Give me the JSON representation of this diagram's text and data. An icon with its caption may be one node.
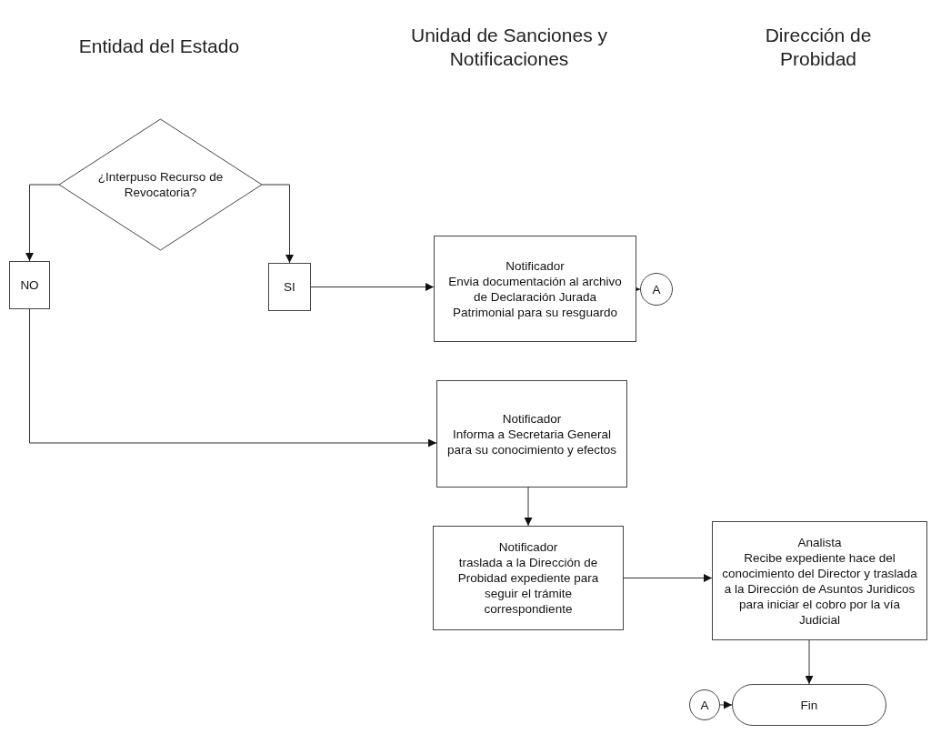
{
  "diagram": {
    "nodes": [
      {
        "text": [
          "¿Interpuso Recurso de Revocatoria?"
        ]
      },
      {
        "text": [
          "NO"
        ]
      },
      {
        "text": [
          "SI"
        ]
      },
      {
        "text": [
          "Notificador",
          "Envia documentación al archivo de Declaración Jurada Patrimonial para su resguardo"
        ]
      },
      {
        "text": [
          "A"
        ]
      },
      {
        "text": [
          "Notificador",
          "Informa a Secretaria General para su conocimiento y efectos"
        ]
      },
      {
        "text": [
          "Notificador",
          "traslada a la Dirección de Probidad expediente para seguir el trámite correspondiente"
        ]
      },
      {
        "text": [
          "Analista",
          "Recibe expediente hace del conocimiento del Director y traslada a la Dirección de Asuntos Juridicos para iniciar el cobro por la vía Judicial"
        ]
      },
      {
        "text": [
          "A"
        ]
      },
      {
        "text": [
          "Fin"
        ]
      }
    ],
    "edges": [
      {
        "from": 0,
        "to": 1,
        "arrow": "to"
      },
      {
        "from": 0,
        "to": 2,
        "arrow": "to"
      },
      {
        "from": 2,
        "to": 3,
        "arrow": "to"
      },
      {
        "from": 3,
        "to": 4,
        "arrow": "to"
      },
      {
        "from": 1,
        "to": 5,
        "arrow": "to"
      },
      {
        "from": 5,
        "to": 6,
        "arrow": "to"
      },
      {
        "from": 6,
        "to": 7,
        "arrow": "to"
      },
      {
        "from": 7,
        "to": 9,
        "arrow": "to"
      },
      {
        "from": 8,
        "to": 9,
        "arrow": "to"
      }
    ],
    "labels": [
      "Entidad del Estado",
      "Unidad de Sanciones y Notificaciones",
      "Dirección de Probidad"
    ]
  }
}
